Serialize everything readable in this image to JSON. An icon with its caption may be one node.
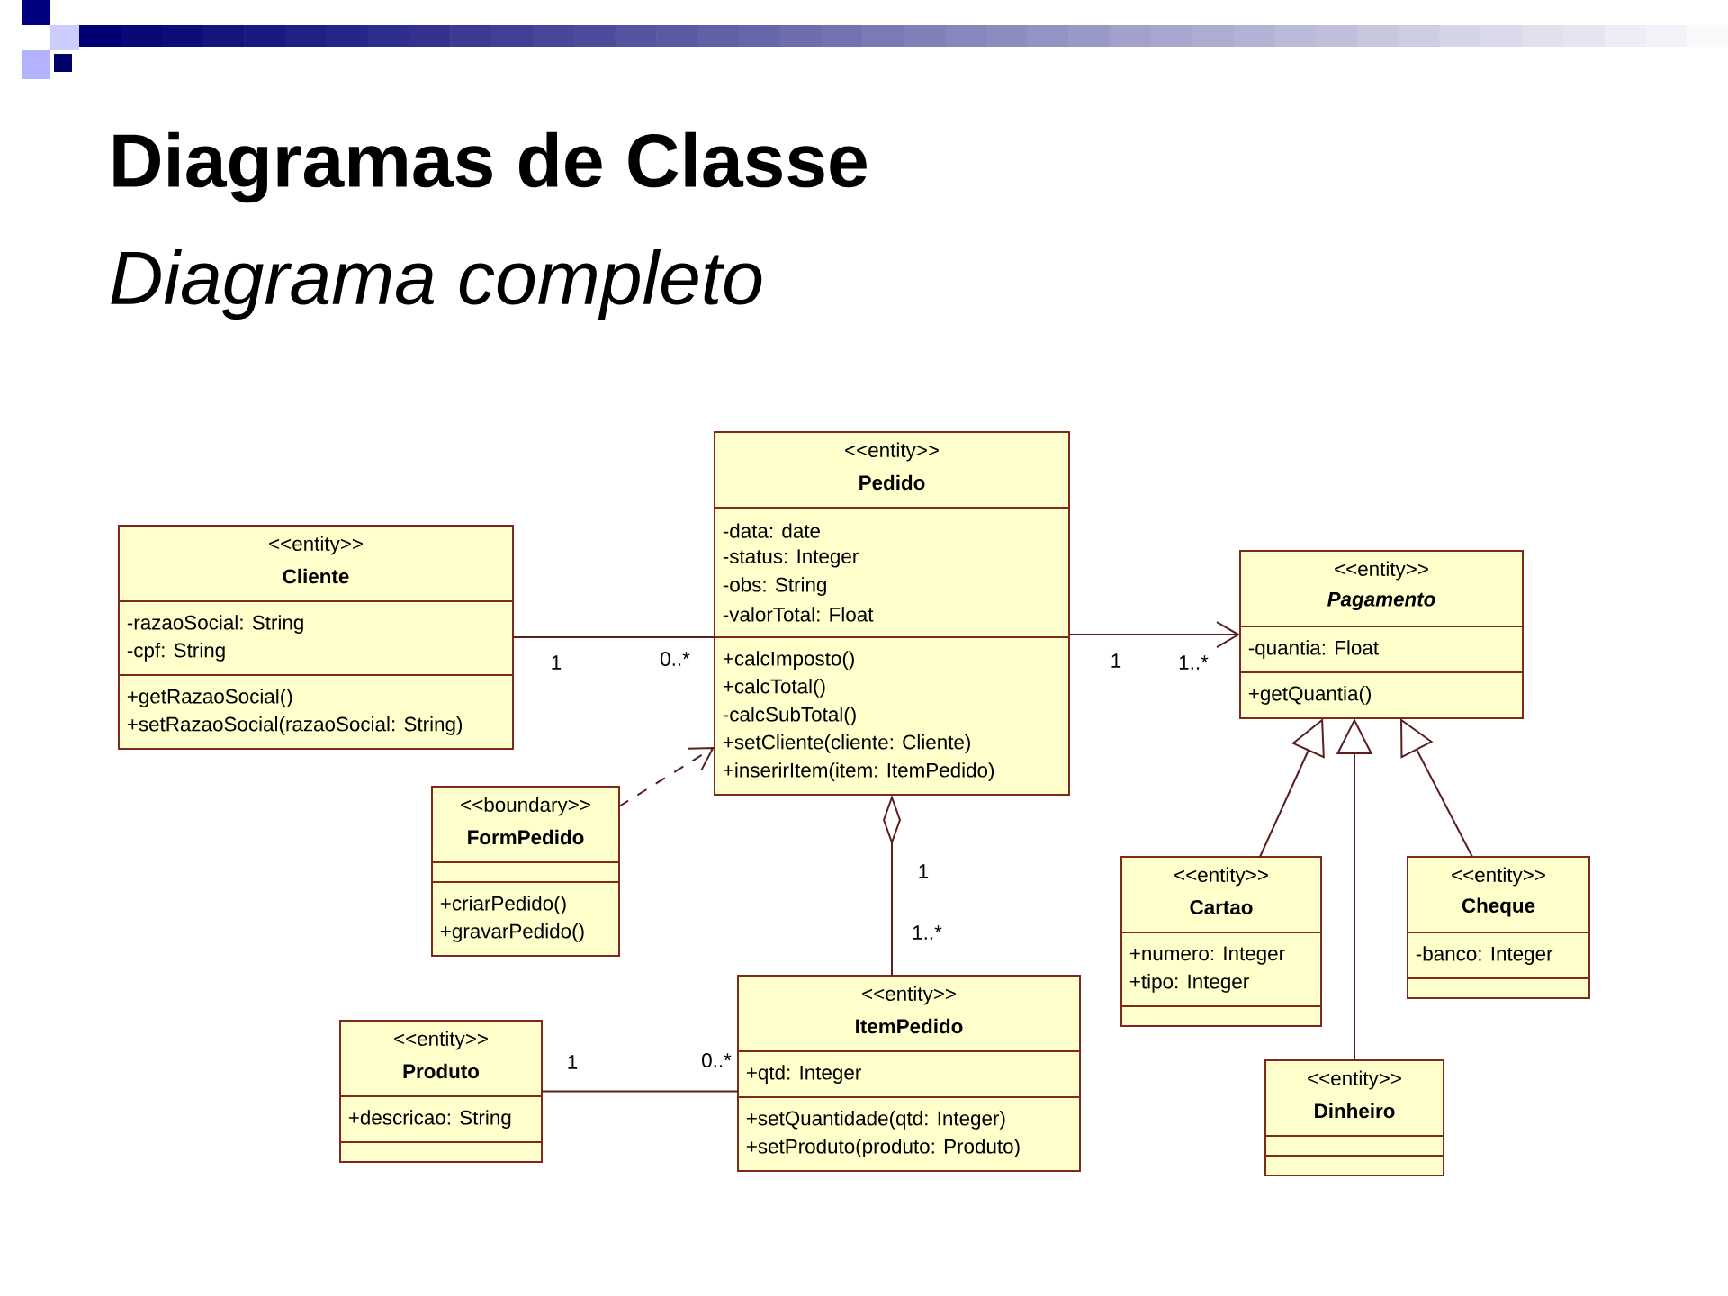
{
  "diagram": {
    "title": "Diagramas de Classe",
    "nodes": [
      {
        "text": [
          "<<entity>>",
          "Cliente",
          "-razaoSocial: String",
          "-cpf: String",
          "+getRazaoSocial()",
          "+setRazaoSocial(razaoSocial: String)"
        ]
      },
      {
        "text": [
          "<<entity>>",
          "Pedido",
          "-data: date",
          "-status: Integer",
          "-obs: String",
          "-valorTotal: Float",
          "+calcImposto()",
          "+calcTotal()",
          "-calcSubTotal()",
          "+setCliente(cliente: Cliente)",
          "+inserirItem(item: ItemPedido)"
        ]
      },
      {
        "text": [
          "<<entity>>",
          "Pagamento",
          "-quantia: Float",
          "+getQuantia()"
        ]
      },
      {
        "text": [
          "<<boundary>>",
          "FormPedido",
          "+criarPedido()",
          "+gravarPedido()"
        ]
      },
      {
        "text": [
          "<<entity>>",
          "Cartao",
          "+numero: Integer",
          "+tipo: Integer"
        ]
      },
      {
        "text": [
          "<<entity>>",
          "Cheque",
          "-banco: Integer"
        ]
      },
      {
        "text": [
          "<<entity>>",
          "Produto",
          "+descricao: String"
        ]
      },
      {
        "text": [
          "<<entity>>",
          "ItemPedido",
          "+qtd: Integer",
          "+setQuantidade(qtd: Integer)",
          "+setProduto(produto: Produto)"
        ]
      },
      {
        "text": [
          "<<entity>>",
          "Dinheiro"
        ]
      }
    ],
    "edges": [
      {
        "from": 0,
        "to": 1,
        "arrow": "none"
      },
      {
        "from": 1,
        "to": 2,
        "arrow": "to"
      },
      {
        "from": 3,
        "to": 1,
        "arrow": "to",
        "style": "dashed"
      },
      {
        "from": 1,
        "to": 7,
        "arrow": "other"
      },
      {
        "from": 6,
        "to": 7,
        "arrow": "none"
      },
      {
        "from": 4,
        "to": 2,
        "arrow": "to"
      },
      {
        "from": 8,
        "to": 2,
        "arrow": "to"
      },
      {
        "from": 5,
        "to": 2,
        "arrow": "to"
      }
    ],
    "labels": [
      "Diagrama completo",
      "1",
      "0..*",
      "1",
      "1..*",
      "1",
      "1..*",
      "1",
      "0..*"
    ]
  }
}
